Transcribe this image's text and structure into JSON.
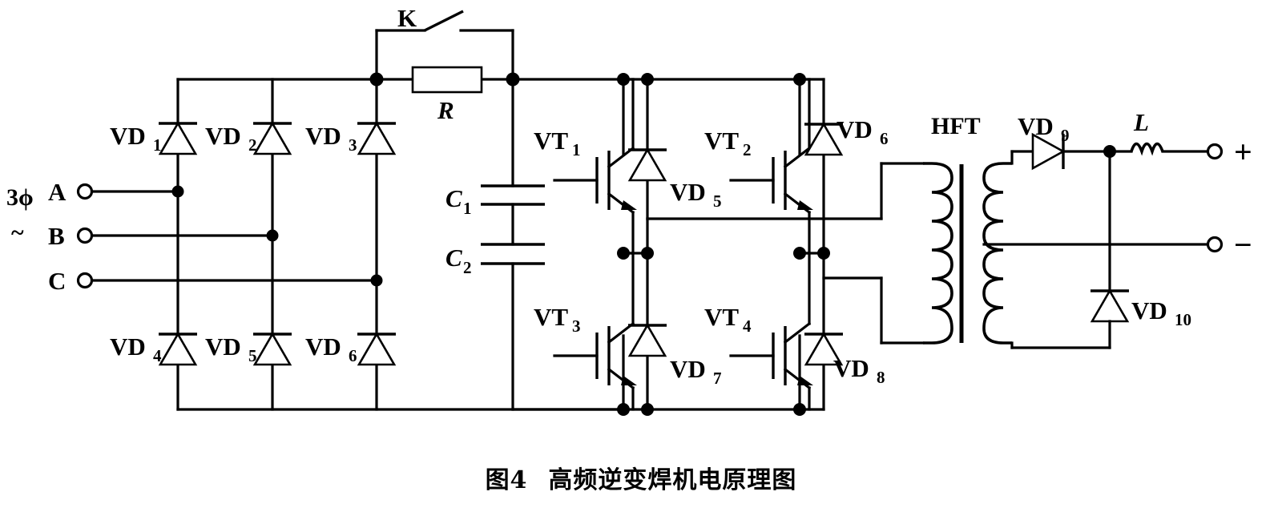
{
  "figure": {
    "caption_number": "图4",
    "caption_title": "高频逆变焊机电原理图",
    "type": "circuit-schematic",
    "description": "High-frequency inverter welding machine electrical schematic"
  },
  "input": {
    "source_label": "3ϕ",
    "source_wave": "~",
    "phases": [
      {
        "label": "A"
      },
      {
        "label": "B"
      },
      {
        "label": "C"
      }
    ]
  },
  "rectifier": {
    "upper_diodes": [
      {
        "label": "VD",
        "sub": "1"
      },
      {
        "label": "VD",
        "sub": "2"
      },
      {
        "label": "VD",
        "sub": "3"
      }
    ],
    "lower_diodes": [
      {
        "label": "VD",
        "sub": "4"
      },
      {
        "label": "VD",
        "sub": "5"
      },
      {
        "label": "VD",
        "sub": "6"
      }
    ]
  },
  "precharge": {
    "switch_label": "K",
    "resistor_label": "R"
  },
  "dc_link": {
    "capacitors": [
      {
        "label": "C",
        "sub": "1"
      },
      {
        "label": "C",
        "sub": "2"
      }
    ]
  },
  "inverter": {
    "transistors": [
      {
        "label": "VT",
        "sub": "1"
      },
      {
        "label": "VT",
        "sub": "2"
      },
      {
        "label": "VT",
        "sub": "3"
      },
      {
        "label": "VT",
        "sub": "4"
      }
    ],
    "freewheel_diodes": [
      {
        "label": "VD",
        "sub": "5"
      },
      {
        "label": "VD",
        "sub": "6"
      },
      {
        "label": "VD",
        "sub": "7"
      },
      {
        "label": "VD",
        "sub": "8"
      }
    ]
  },
  "transformer": {
    "label": "HFT",
    "primary_turns": 6,
    "secondary_turns": 6,
    "has_center_tap": true
  },
  "output": {
    "rectifier_diode": {
      "label": "VD",
      "sub": "9"
    },
    "freewheel_diode": {
      "label": "VD",
      "sub": "10"
    },
    "inductor_label": "L",
    "terminals": [
      {
        "label": "+"
      },
      {
        "label": "−"
      }
    ]
  }
}
